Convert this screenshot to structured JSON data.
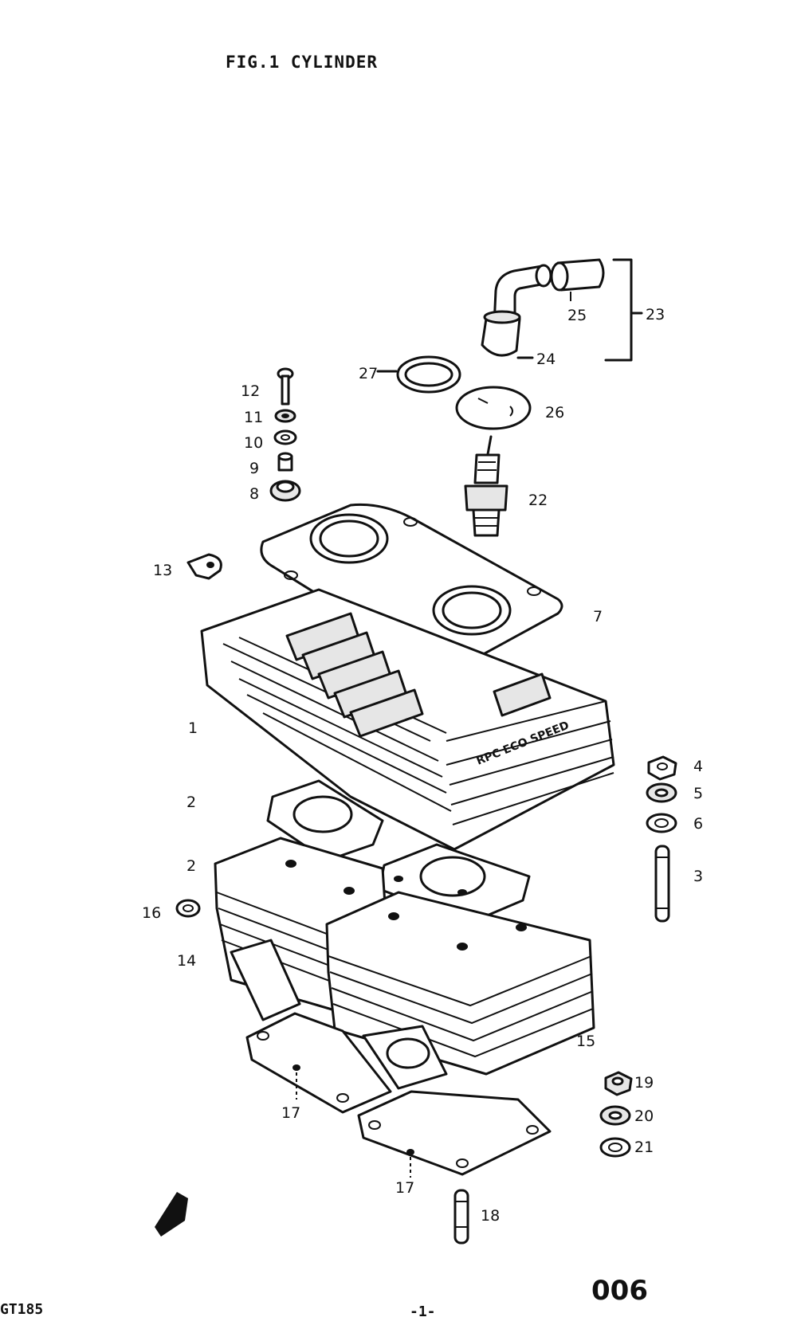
{
  "title": "FIG.1  CYLINDER",
  "footer": {
    "model": "GT185",
    "page": "-1-",
    "code": "006"
  },
  "callouts": [
    {
      "id": "1",
      "text": "1"
    },
    {
      "id": "2a",
      "text": "2"
    },
    {
      "id": "2b",
      "text": "2"
    },
    {
      "id": "3",
      "text": "3"
    },
    {
      "id": "4",
      "text": "4"
    },
    {
      "id": "5",
      "text": "5"
    },
    {
      "id": "6",
      "text": "6"
    },
    {
      "id": "7",
      "text": "7"
    },
    {
      "id": "8",
      "text": "8"
    },
    {
      "id": "9",
      "text": "9"
    },
    {
      "id": "10",
      "text": "10"
    },
    {
      "id": "11",
      "text": "11"
    },
    {
      "id": "12",
      "text": "12"
    },
    {
      "id": "13",
      "text": "13"
    },
    {
      "id": "14",
      "text": "14"
    },
    {
      "id": "15",
      "text": "15"
    },
    {
      "id": "16",
      "text": "16"
    },
    {
      "id": "17a",
      "text": "17"
    },
    {
      "id": "17b",
      "text": "17"
    },
    {
      "id": "18",
      "text": "18"
    },
    {
      "id": "19",
      "text": "19"
    },
    {
      "id": "20",
      "text": "20"
    },
    {
      "id": "21",
      "text": "21"
    },
    {
      "id": "22",
      "text": "22"
    },
    {
      "id": "23",
      "text": "23"
    },
    {
      "id": "24",
      "text": "24"
    },
    {
      "id": "25",
      "text": "25"
    },
    {
      "id": "26",
      "text": "26"
    },
    {
      "id": "27",
      "text": "27"
    }
  ]
}
